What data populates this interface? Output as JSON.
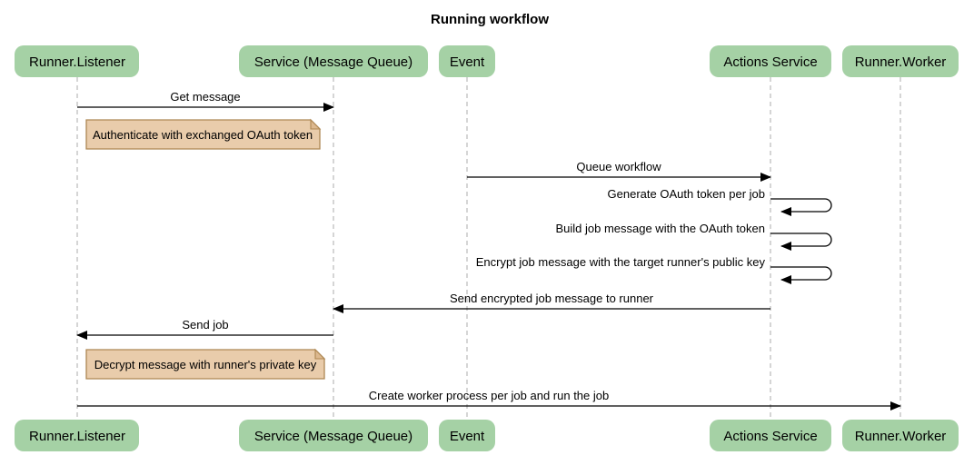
{
  "title": "Running workflow",
  "diagram_type": "sequence-diagram",
  "colors": {
    "background": "#ffffff",
    "actor_fill": "#a5d1a5",
    "note_fill": "#e9ccab",
    "note_fold": "#dcb88f",
    "note_border": "#ae8753",
    "lifeline": "#b9b9b9",
    "arrow": "#000000",
    "text": "#000000"
  },
  "actors": [
    {
      "label": "Runner.Listener"
    },
    {
      "label": "Service (Message Queue)"
    },
    {
      "label": "Event"
    },
    {
      "label": "Actions Service"
    },
    {
      "label": "Runner.Worker"
    }
  ],
  "sequence": [
    {
      "type": "arrow",
      "from": "Runner.Listener",
      "to": "Service (Message Queue)",
      "label": "Get message"
    },
    {
      "type": "note",
      "over": "Runner.Listener",
      "label": "Authenticate with exchanged OAuth token"
    },
    {
      "type": "arrow",
      "from": "Event",
      "to": "Actions Service",
      "label": "Queue workflow"
    },
    {
      "type": "self",
      "actor": "Actions Service",
      "label": "Generate OAuth token per job"
    },
    {
      "type": "self",
      "actor": "Actions Service",
      "label": "Build job message with the OAuth token"
    },
    {
      "type": "self",
      "actor": "Actions Service",
      "label": "Encrypt job message with the target runner's public key"
    },
    {
      "type": "arrow",
      "from": "Actions Service",
      "to": "Service (Message Queue)",
      "label": "Send encrypted job message to runner"
    },
    {
      "type": "arrow",
      "from": "Service (Message Queue)",
      "to": "Runner.Listener",
      "label": "Send job"
    },
    {
      "type": "note",
      "over": "Runner.Listener",
      "label": "Decrypt message with runner's private key"
    },
    {
      "type": "arrow",
      "from": "Runner.Listener",
      "to": "Runner.Worker",
      "label": "Create worker process per job and run the job"
    }
  ]
}
